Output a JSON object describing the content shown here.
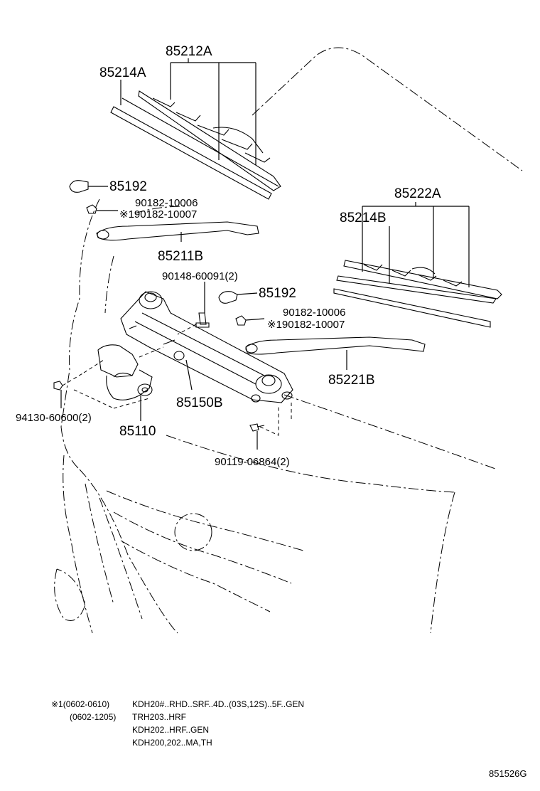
{
  "callouts": {
    "blade_assy_lh": "85212A",
    "blade_rubber_lh": "85214A",
    "nut_cap_upper": "85192",
    "nut_upper_1": "90182-10006",
    "nut_upper_2": "※190182-10007",
    "arm_lh": "85211B",
    "bolt_link": "90148-60091(2)",
    "nut_cap_lower": "85192",
    "nut_lower_1": "90182-10006",
    "nut_lower_2": "※190182-10007",
    "blade_assy_rh": "85222A",
    "blade_rubber_rh": "85214B",
    "arm_rh": "85221B",
    "nut_motor": "94130-60600(2)",
    "link_assy": "85150B",
    "motor": "85110",
    "bolt_link_lower": "90119-06864(2)"
  },
  "notes": {
    "line1_code": "※1(0602-0610)",
    "line1_text": "KDH20#..RHD..SRF..4D..(03S,12S)..5F..GEN",
    "line2_code": "(0602-1205)",
    "line2_text": "TRH203..HRF",
    "line3_text": "KDH202..HRF..GEN",
    "line4_text": "KDH200,202..MA,TH"
  },
  "figure_ref": "851526G"
}
